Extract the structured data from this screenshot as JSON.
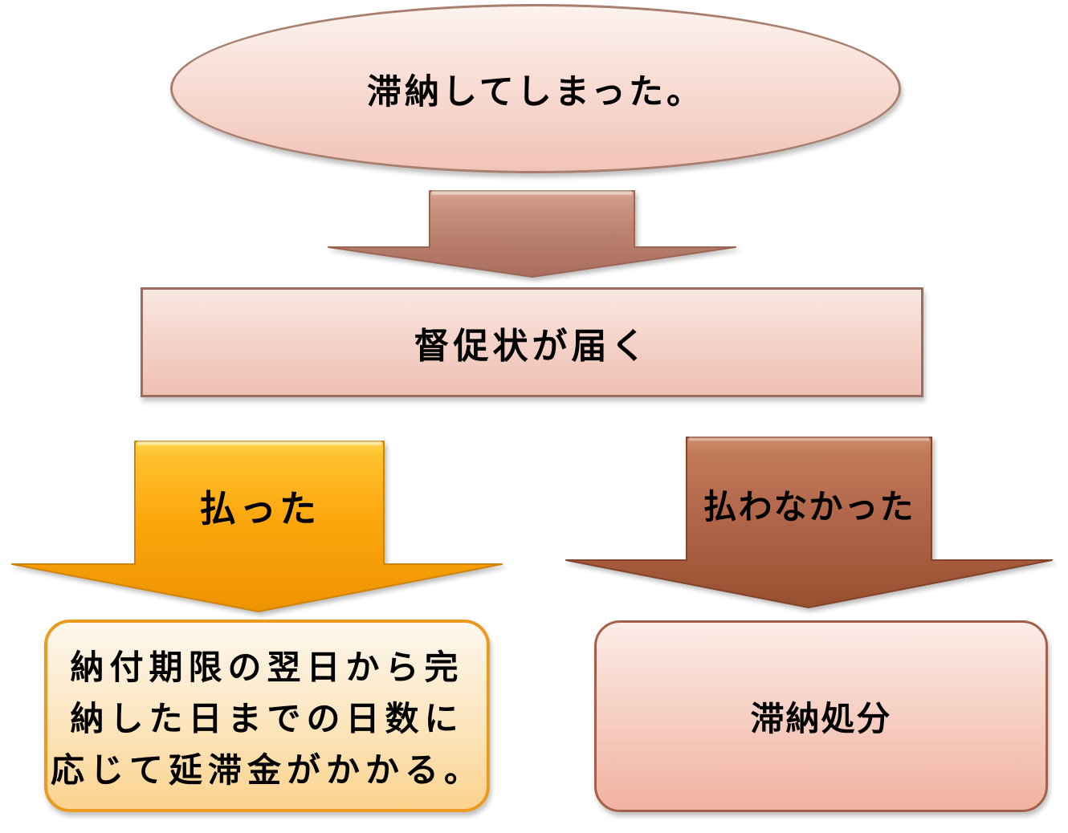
{
  "flowchart": {
    "start": {
      "label": "滞納してしまった。",
      "fill_top": "#fdf2ef",
      "fill_bottom": "#f1c3b8",
      "border_color": "#a87e6f"
    },
    "arrow_to_notice": {
      "icon": "down-arrow-icon",
      "fill": "#bd8371"
    },
    "notice": {
      "label": "督促状が届く",
      "fill_top": "#f9e8e3",
      "fill_bottom": "#efc0b4",
      "border_color": "#9d6c5e"
    },
    "branch_paid": {
      "arrow_label": "払った",
      "arrow_icon": "down-arrow-icon",
      "arrow_fill": "#fca70e",
      "result_lines": [
        "納付期限の翌日から完",
        "納した日までの日数に",
        "応じて延滞金がかかる。"
      ],
      "result_text": "納付期限の翌日から完納した日までの日数に応じて延滞金がかかる。",
      "box_border_color": "#ec9a1f",
      "box_fill_top": "#fdf7ee",
      "box_fill_bottom": "#fbd38f"
    },
    "branch_unpaid": {
      "arrow_label": "払わなかった",
      "arrow_icon": "down-arrow-icon",
      "arrow_fill": "#b2664a",
      "result_label": "滞納処分",
      "box_border_color": "#a2604a",
      "box_fill_top": "#fcece7",
      "box_fill_bottom": "#f1b2a0"
    }
  }
}
